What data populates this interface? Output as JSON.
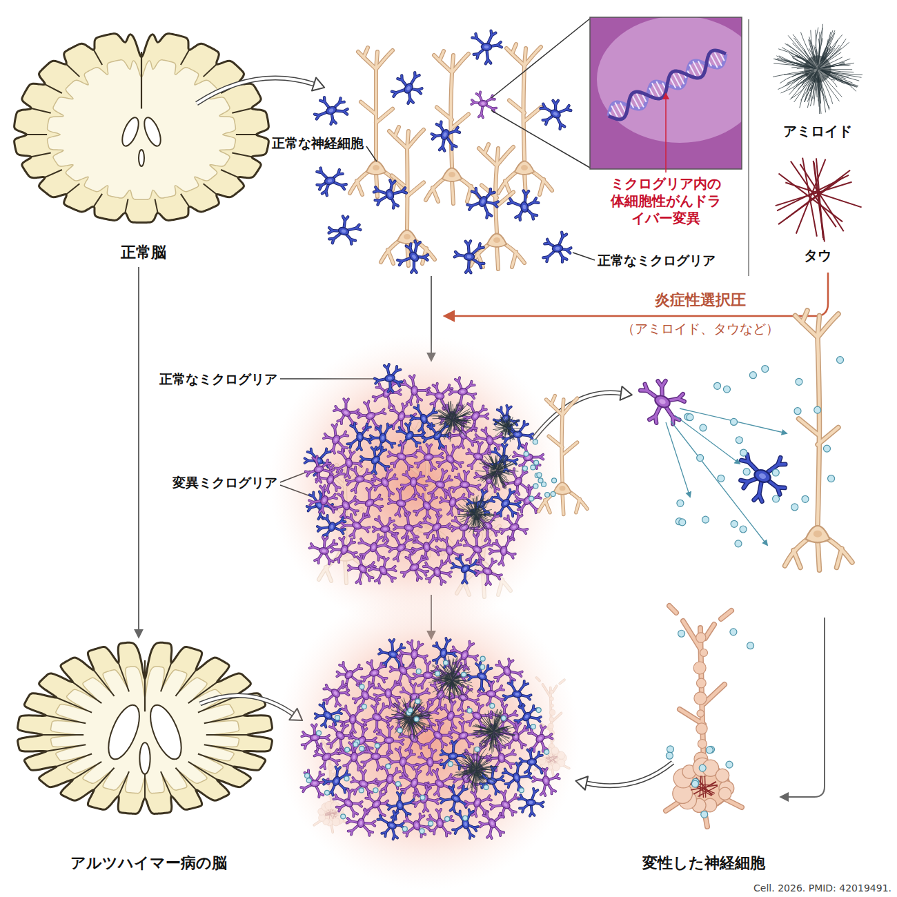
{
  "diagram": {
    "caption": "Cell. 2026. PMID: 42019491.",
    "nodes": [
      {
        "text": [
          "正常脳"
        ]
      },
      {
        "text": [
          "アルツハイマー病の脳"
        ]
      },
      {
        "text": [
          "変性した神経細胞"
        ]
      }
    ],
    "edges": [
      {
        "from": 0,
        "to": 1,
        "arrow": "to"
      }
    ],
    "labels": [
      "正常な神経細胞",
      "ミクログリア内の体細胞性がんドライバー変異",
      "正常なミクログリア",
      "アミロイド",
      "タウ",
      "炎症性選択圧",
      "（アミロイド、タウなど）",
      "正常なミクログリア",
      "変異ミクログリア"
    ]
  }
}
